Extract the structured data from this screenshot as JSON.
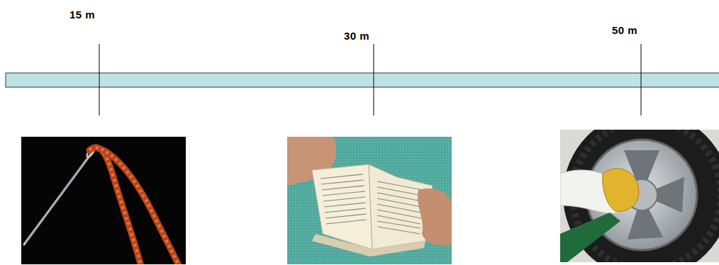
{
  "diagram": {
    "labels": [
      "15 m",
      "30 m",
      "50 m"
    ]
  }
}
